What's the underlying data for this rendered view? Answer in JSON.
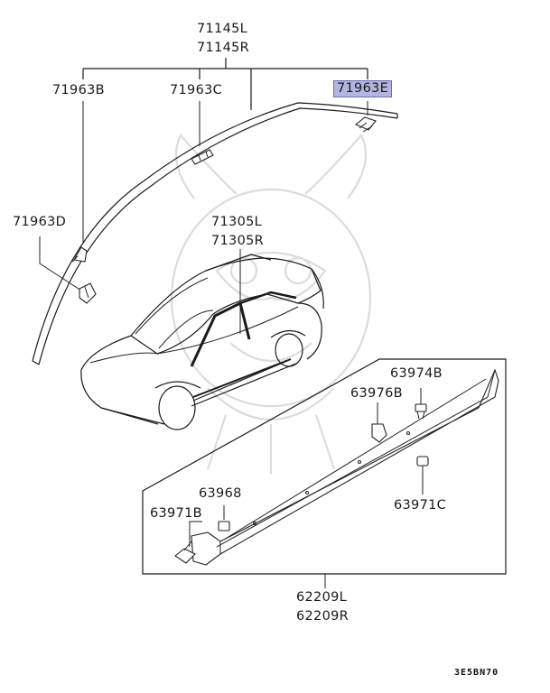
{
  "part_labels": {
    "molding_l": "71145L",
    "molding_r": "71145R",
    "clip_b": "71963B",
    "clip_c": "71963C",
    "clip_e": "71963E",
    "clip_d": "71963D",
    "moulding_door_l": "71305L",
    "moulding_door_r": "71305R",
    "screw_b": "63974B",
    "clip_63976b": "63976B",
    "clip_63968": "63968",
    "screw_63971b": "63971B",
    "screw_63971c": "63971C",
    "garnish_l": "62209L",
    "garnish_r": "62209R"
  },
  "highlight_color": "#b3b5e0",
  "diagram_code": "3E5BN70"
}
